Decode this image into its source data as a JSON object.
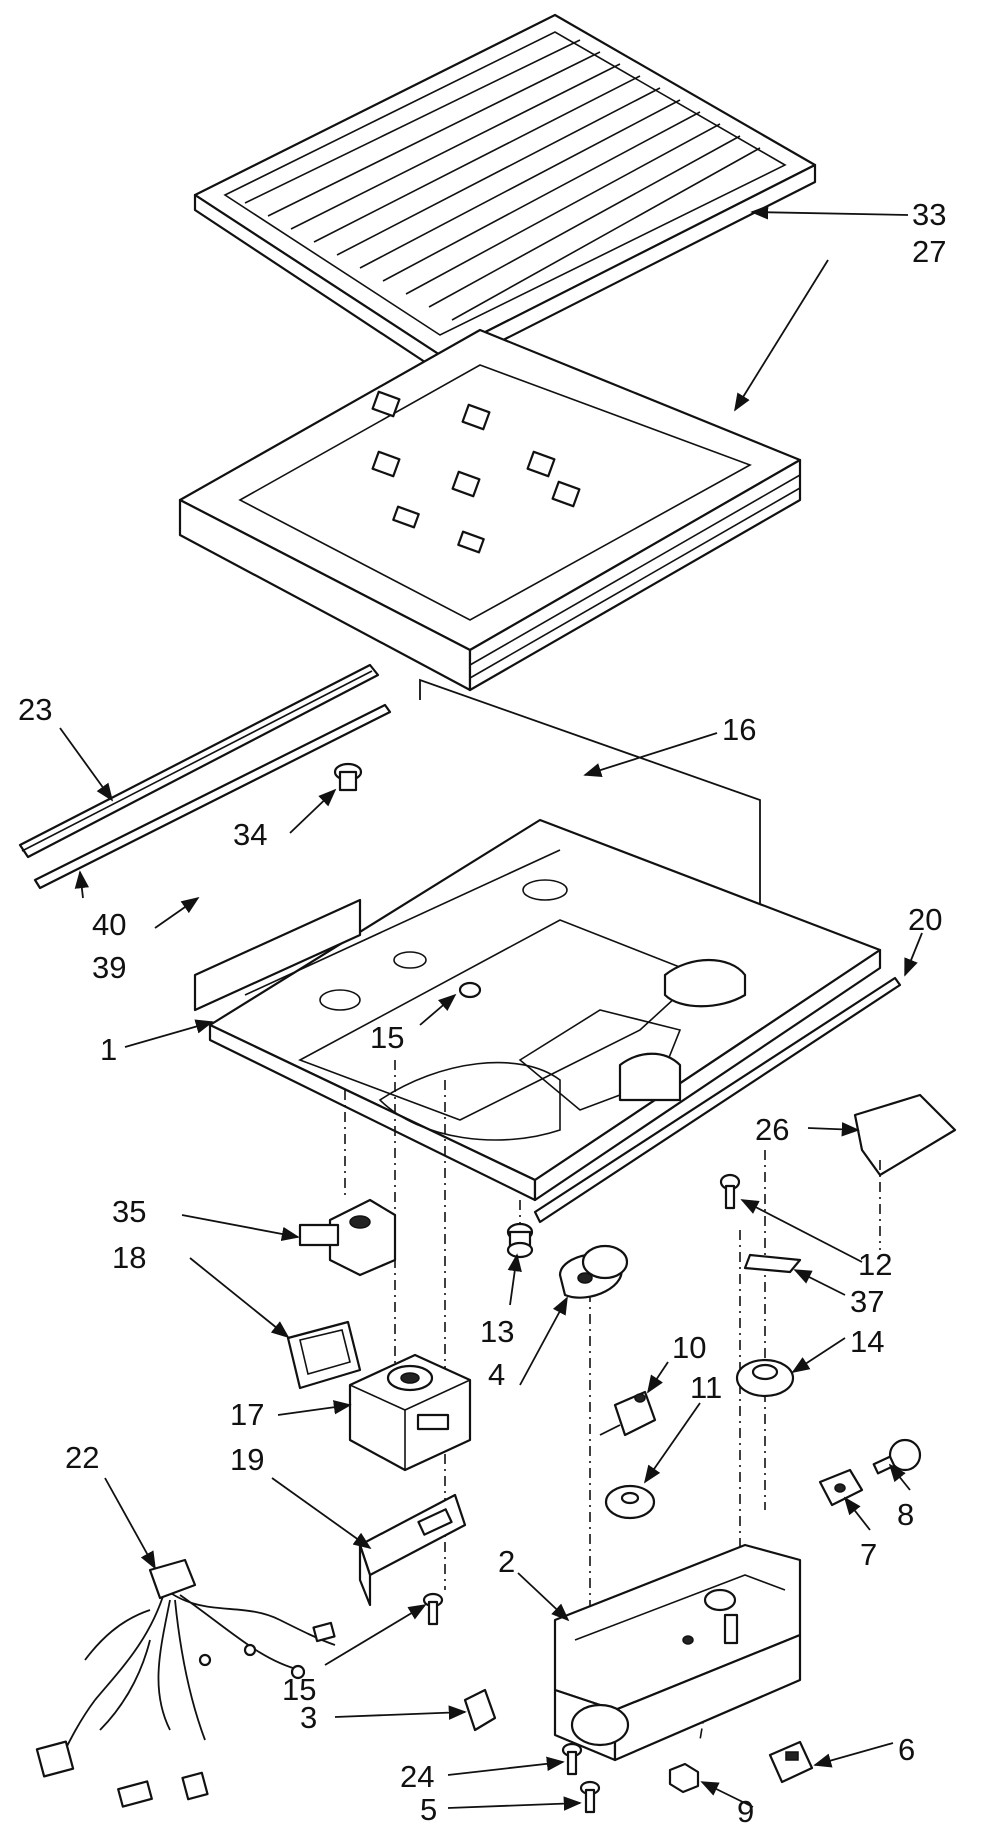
{
  "callouts": {
    "c33": "33",
    "c27": "27",
    "c23": "23",
    "c16": "16",
    "c34": "34",
    "c20": "20",
    "c40": "40",
    "c39": "39",
    "c1": "1",
    "c15a": "15",
    "c26": "26",
    "c35": "35",
    "c18": "18",
    "c12": "12",
    "c13": "13",
    "c37": "37",
    "c4": "4",
    "c14": "14",
    "c10": "10",
    "c17": "17",
    "c11": "11",
    "c22": "22",
    "c19": "19",
    "c8": "8",
    "c7": "7",
    "c2": "2",
    "c15b": "15",
    "c3": "3",
    "c6": "6",
    "c24": "24",
    "c9": "9",
    "c5": "5"
  }
}
